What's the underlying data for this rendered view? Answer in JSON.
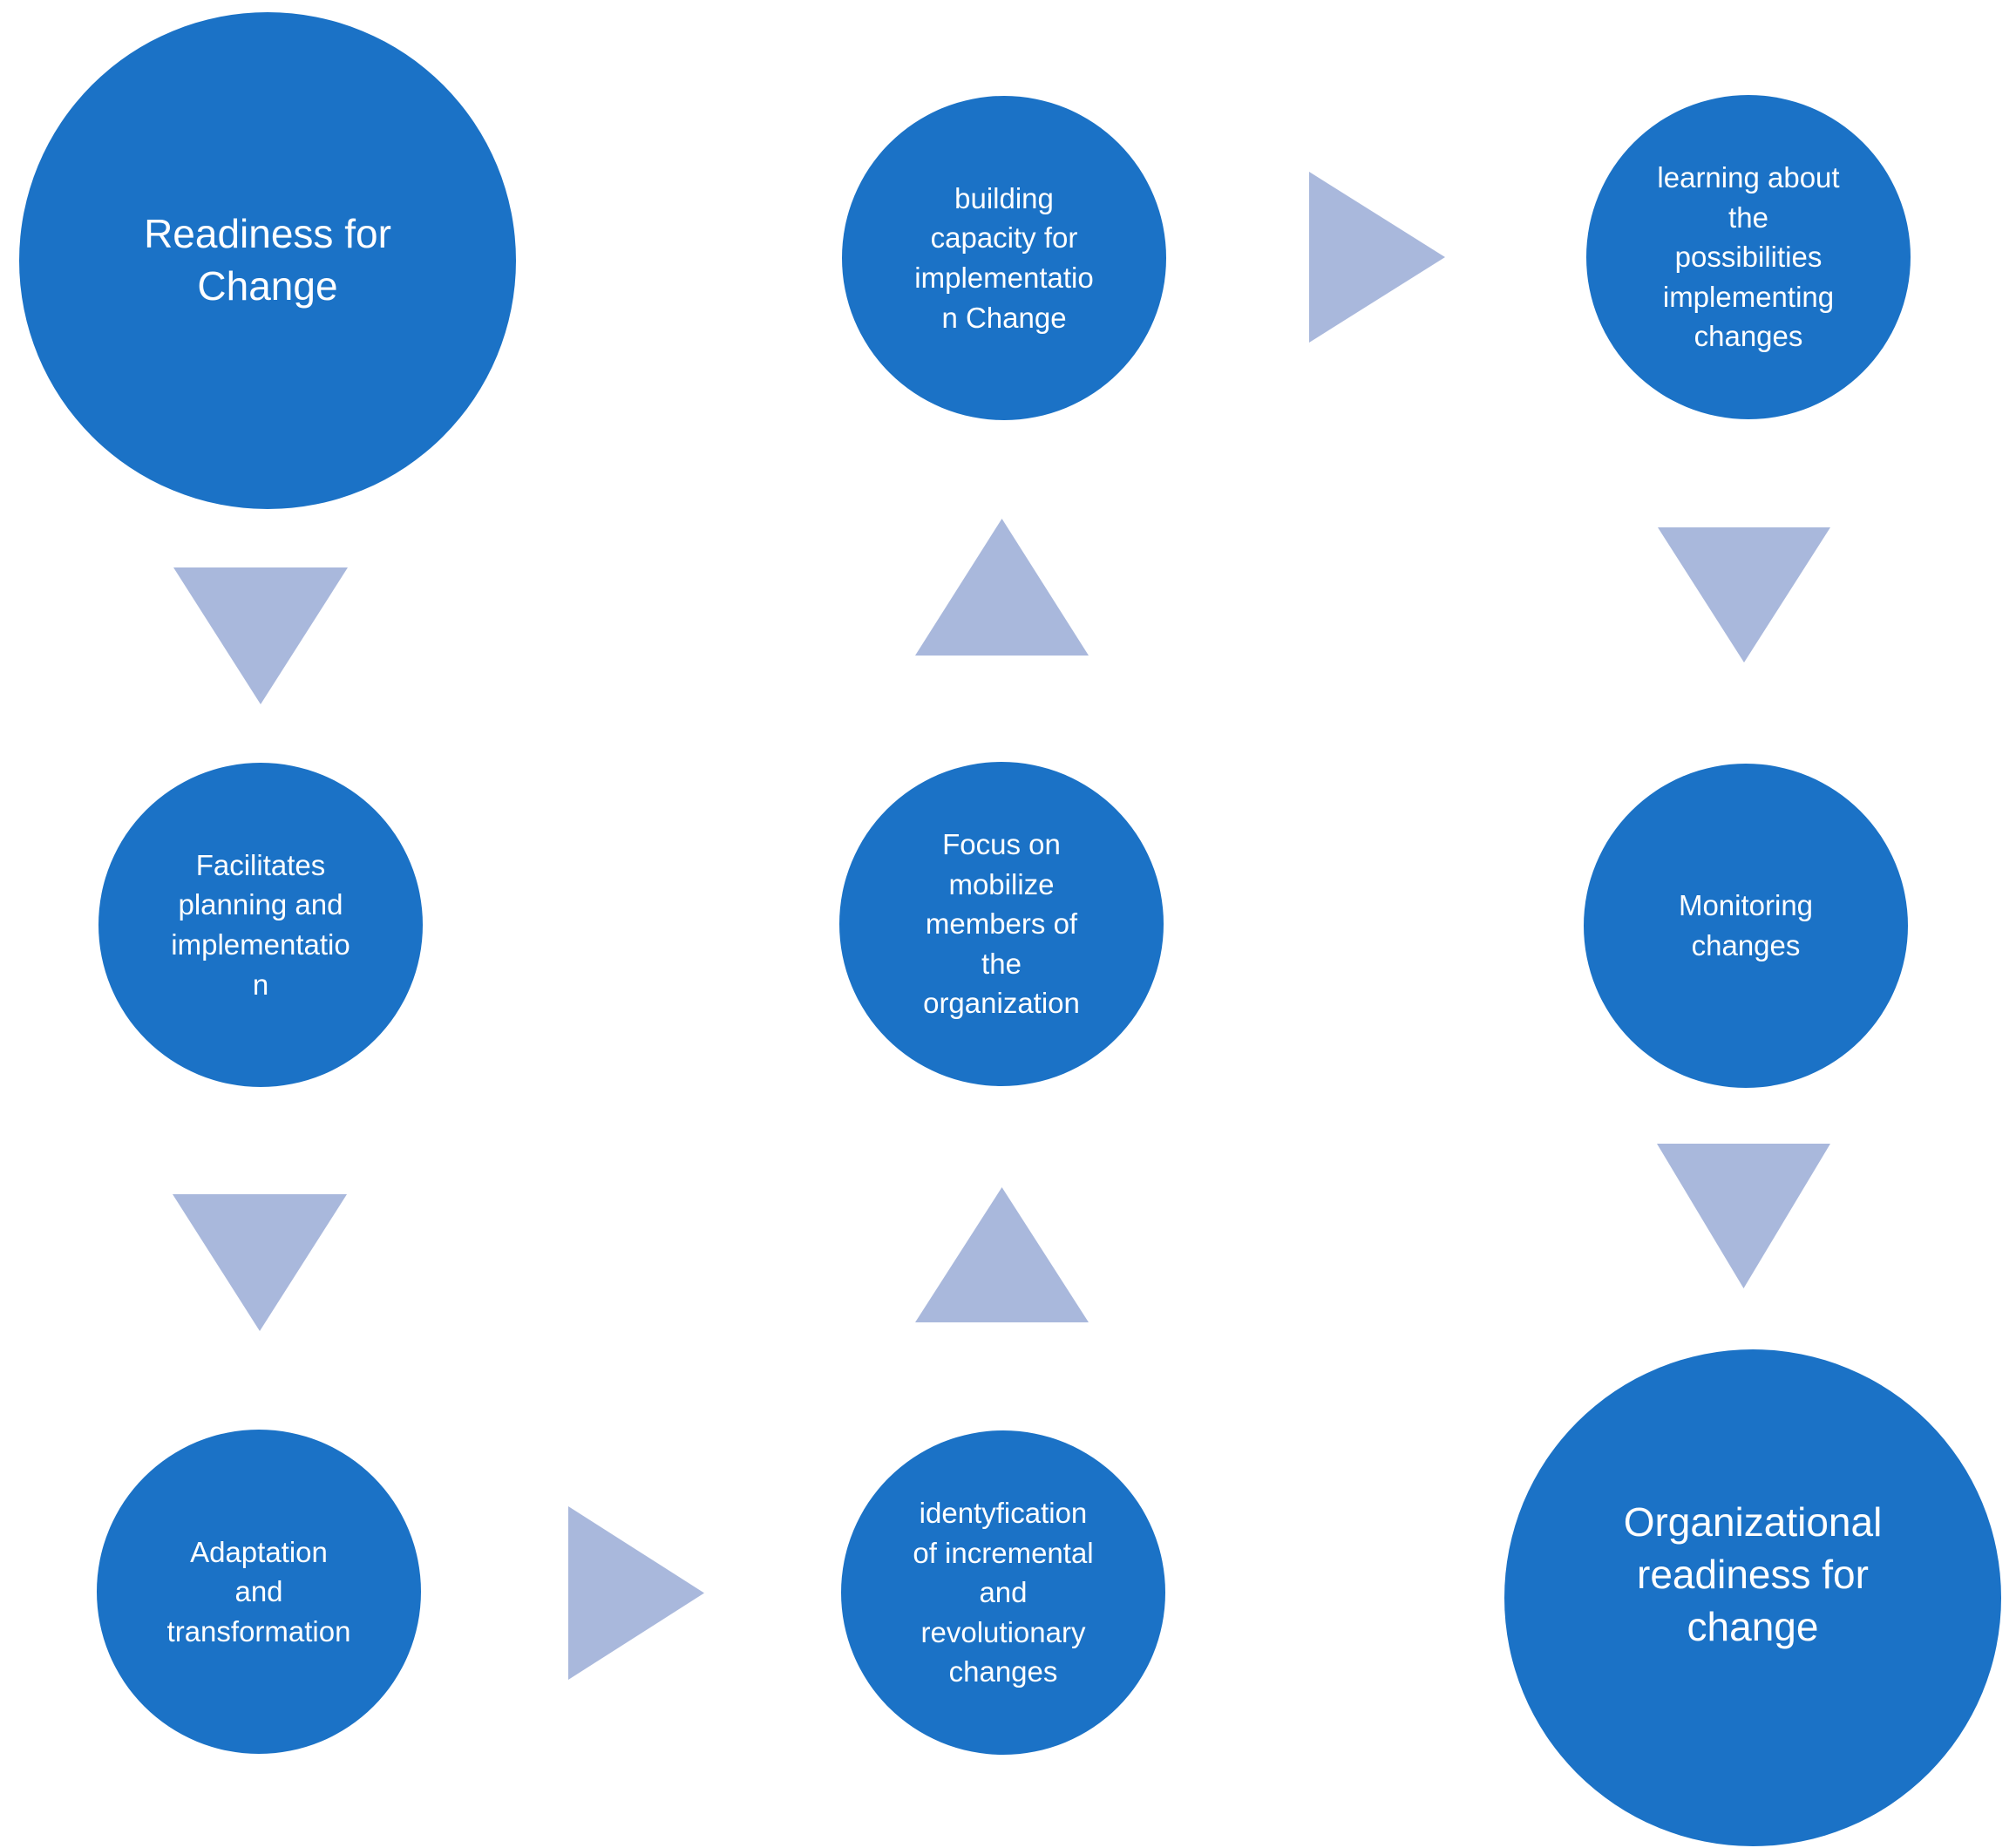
{
  "title": "Organizational readiness for change process diagram",
  "colors": {
    "circle_fill": "#1B72C6",
    "arrow_fill": "#A9B8DC",
    "text": "#FFFFFF",
    "background": "#FFFFFF"
  },
  "nodes": [
    {
      "id": "readiness-for-change",
      "size": "large",
      "label": "Readiness for\nChange"
    },
    {
      "id": "building-capacity",
      "size": "small",
      "label": "building\ncapacity for\nimplementatio\nn Change"
    },
    {
      "id": "learning-about-possibilities",
      "size": "small",
      "label": "learning about\nthe\npossibilities\nimplementing\nchanges"
    },
    {
      "id": "facilitates-planning",
      "size": "small",
      "label": "Facilitates\nplanning and\nimplementatio\nn"
    },
    {
      "id": "focus-on-mobilize",
      "size": "small",
      "label": "Focus on\nmobilize\nmembers of\nthe\norganization"
    },
    {
      "id": "monitoring-changes",
      "size": "small",
      "label": "Monitoring\nchanges"
    },
    {
      "id": "adaptation-transformation",
      "size": "small",
      "label": "Adaptation\nand\ntransformation"
    },
    {
      "id": "identyfication-of-changes",
      "size": "small",
      "label": "identyfication\nof incremental\nand\nrevolutionary\nchanges"
    },
    {
      "id": "organizational-readiness",
      "size": "large",
      "label": "Organizational\nreadiness for\nchange"
    }
  ],
  "arrows": [
    {
      "id": "arrow-1",
      "direction": "down"
    },
    {
      "id": "arrow-2",
      "direction": "down"
    },
    {
      "id": "arrow-3",
      "direction": "right"
    },
    {
      "id": "arrow-4",
      "direction": "up"
    },
    {
      "id": "arrow-5",
      "direction": "up"
    },
    {
      "id": "arrow-6",
      "direction": "right"
    },
    {
      "id": "arrow-7",
      "direction": "down"
    },
    {
      "id": "arrow-8",
      "direction": "down"
    }
  ]
}
